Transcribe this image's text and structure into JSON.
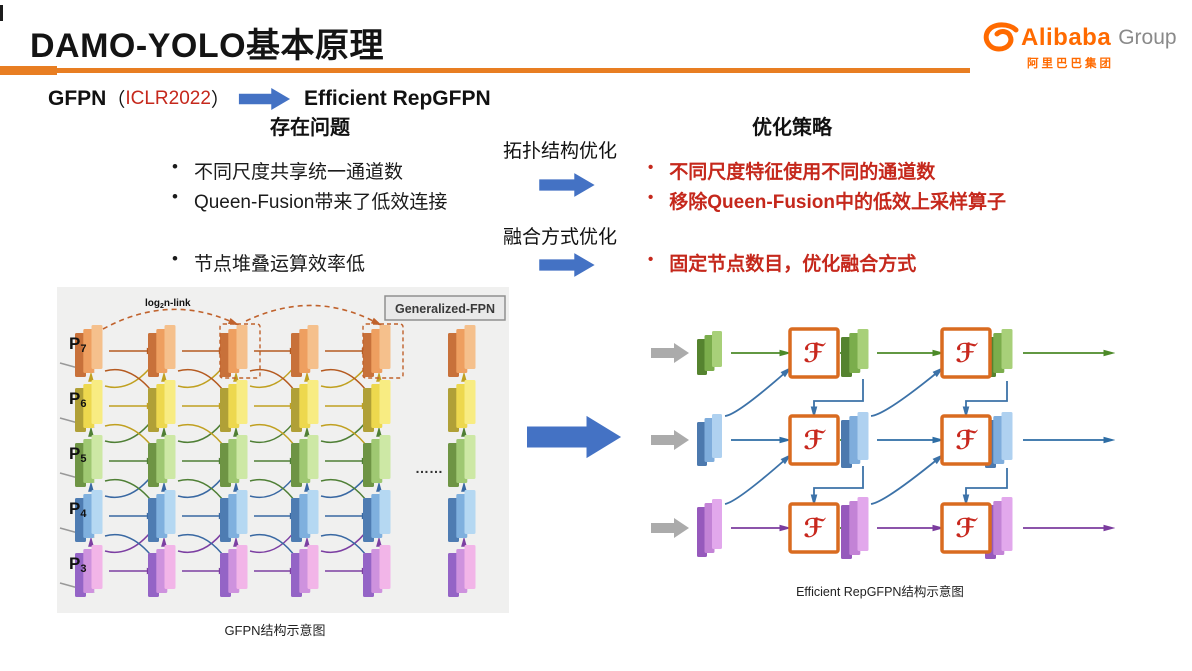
{
  "title": "DAMO-YOLO基本原理",
  "ui": {
    "bullet": "•"
  },
  "logo": {
    "brand": "Alibaba",
    "group": "Group",
    "cn": "阿里巴巴集团"
  },
  "intro": {
    "name": "GFPN",
    "paren_open": "（",
    "venue": "ICLR2022",
    "paren_close": "）",
    "result": "Efficient RepGFPN"
  },
  "problems": {
    "heading": "存在问题",
    "items": [
      "不同尺度共享统一通道数",
      "Queen-Fusion带来了低效连接",
      "节点堆叠运算效率低"
    ]
  },
  "strategies": {
    "heading": "优化策略",
    "items": [
      "不同尺度特征使用不同的通道数",
      "移除Queen-Fusion中的低效上采样算子",
      "固定节点数目，优化融合方式"
    ]
  },
  "transforms": [
    {
      "label": "拓扑结构优化"
    },
    {
      "label": "融合方式优化"
    }
  ],
  "left_figure": {
    "legend": "Generalized-FPN",
    "annotation": {
      "pre": "log",
      "sub": "2",
      "post": "n-link"
    },
    "ellipsis": "……",
    "caption": "GFPN结构示意图",
    "rows": [
      {
        "base": "P",
        "sub": "7",
        "front": "#F5C08C",
        "mid": "#EE9F60",
        "dark": "#C8713A",
        "arrow": "#B55A20"
      },
      {
        "base": "P",
        "sub": "6",
        "front": "#F8EC82",
        "mid": "#EDD84E",
        "dark": "#B0A037",
        "arrow": "#C0A020"
      },
      {
        "base": "P",
        "sub": "5",
        "front": "#CDE8A5",
        "mid": "#9FC872",
        "dark": "#6E9444",
        "arrow": "#4F7F35"
      },
      {
        "base": "P",
        "sub": "4",
        "front": "#B5D8F2",
        "mid": "#7FB0DE",
        "dark": "#4E7CB2",
        "arrow": "#3968A2"
      },
      {
        "base": "P",
        "sub": "3",
        "front": "#F2B5E8",
        "mid": "#CE92DE",
        "dark": "#9464C6",
        "arrow": "#7C3FA2"
      }
    ]
  },
  "right_figure": {
    "f": "ℱ",
    "caption": "Efficient RepGFPN结构示意图",
    "rows": [
      {
        "name": "green",
        "front": "#A8D079",
        "mid": "#7BAD4C",
        "dark": "#55832F",
        "arrow": "#4C8A28",
        "h": 36
      },
      {
        "name": "blue",
        "front": "#AFD1F0",
        "mid": "#7FADDC",
        "dark": "#4C79AE",
        "arrow": "#2E6DA4",
        "h": 44
      },
      {
        "name": "purple",
        "front": "#E2A8EC",
        "mid": "#C383D6",
        "dark": "#9659BC",
        "arrow": "#7B3C9E",
        "h": 50
      }
    ]
  },
  "colors": {
    "accent_orange": "#E87E22",
    "logo_orange": "#FF6A00",
    "red_text": "#C5281C",
    "arrow_blue": "#4472C4",
    "panel_gray": "#F0F0EF",
    "steel": "#3C72A8",
    "f_border": "#D96B20",
    "f_red": "#C8281E",
    "small_green": "#4C8A28",
    "gray_arrow": "#ABABAB"
  }
}
